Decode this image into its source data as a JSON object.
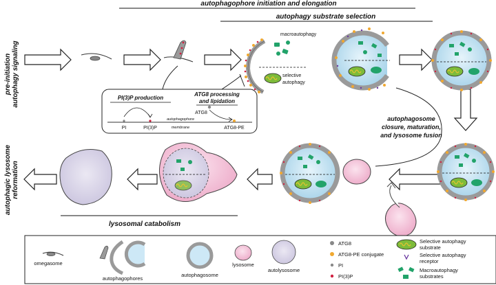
{
  "headers": {
    "top": "autophagophore initiation and elongation",
    "substrate": "autophagy substrate selection",
    "left_top": [
      "pre-initiation",
      "autophagy signaling"
    ],
    "left_bottom": [
      "autophagic lysosome",
      "reformation"
    ],
    "closure": [
      "autophagosome",
      "closure, maturation,",
      "and lysosome fusion"
    ],
    "catabolism": "lysosomal catabolism"
  },
  "inset": {
    "pi3p_title": "PI(3)P production",
    "atg8_title": [
      "ATG8 processing",
      "and lipidation"
    ],
    "pi": "PI",
    "pi3p": "PI(3)P",
    "atg8": "ATG8",
    "atg8pe": "ATG8-PE",
    "membrane": [
      "autophagophore",
      "membrane"
    ]
  },
  "branch_labels": {
    "macro": "macroautophagy",
    "selective": [
      "selective",
      "autophagy"
    ]
  },
  "legend": {
    "omegasome": "omegasome",
    "autophagophores": "autophagophores",
    "autophagosome": "autophagosome",
    "lysosome": "lysosome",
    "autolysosome": "autolysosome",
    "atg8": "ATG8",
    "atg8pe": "ATG8-PE conjugate",
    "pi": "PI",
    "pi3p": "PI(3)P",
    "selective_substrate": [
      "Selective autophagy",
      "substrate"
    ],
    "selective_receptor": [
      "Selective autophagy",
      "receptor"
    ],
    "macro_substrates": [
      "Macroautophagy",
      "substrates"
    ]
  },
  "colors": {
    "membrane": "#9a9a9a",
    "lumen": "#cde8f6",
    "lysosome": "#f5cde0",
    "autolysosome": "#dcd8ea",
    "atg8pe": "#f0a830",
    "pi3p": "#d02040",
    "receptor": "#6a3aa0",
    "cargo": "#22a36a",
    "mito": "#7dbb3a"
  }
}
